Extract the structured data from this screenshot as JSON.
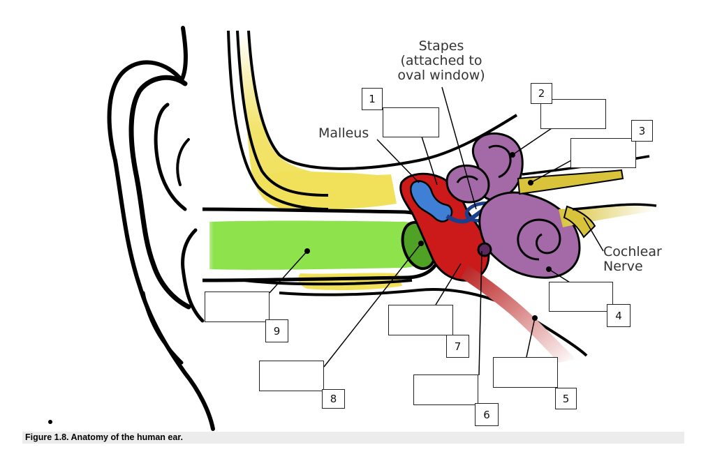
{
  "diagram": {
    "labels": {
      "stapes": "Stapes\n(attached to\noval window)",
      "malleus": "Malleus",
      "cochlear_nerve": "Cochlear\nNerve"
    },
    "numbers": [
      "1",
      "2",
      "3",
      "4",
      "5",
      "6",
      "7",
      "8",
      "9"
    ],
    "colors": {
      "ear_canal": "#8ee24c",
      "bone": "#f1e05a",
      "middle_ear": "#cc1a1a",
      "ossicles": "#3f7fd6",
      "inner_ear": "#a46aa8",
      "nerve": "#d9c33a",
      "outline": "#000000"
    }
  },
  "caption": "Figure 1.8. Anatomy of the human ear.",
  "bullet": "•"
}
